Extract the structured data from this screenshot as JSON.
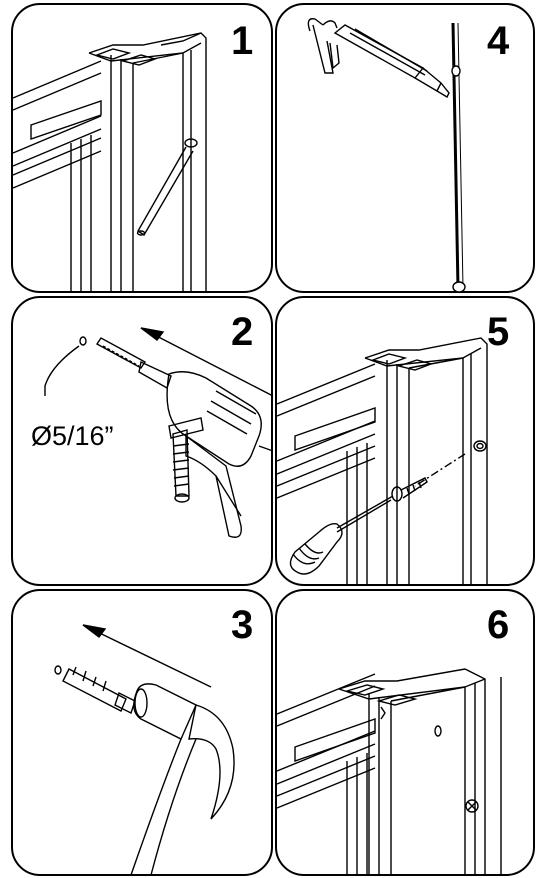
{
  "steps": [
    {
      "number": "1"
    },
    {
      "number": "2",
      "dimension_label": "Ø5/16”"
    },
    {
      "number": "3"
    },
    {
      "number": "4"
    },
    {
      "number": "5"
    },
    {
      "number": "6"
    }
  ],
  "colors": {
    "line": "#000000",
    "background": "#ffffff"
  }
}
